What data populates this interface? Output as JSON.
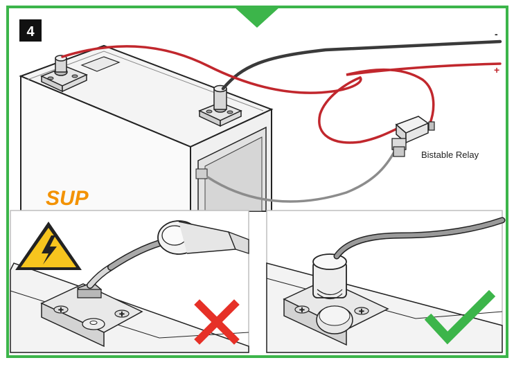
{
  "step": {
    "number": "4"
  },
  "cables": {
    "negative_symbol": "-",
    "positive_symbol": "+"
  },
  "relay": {
    "label": "Bistable Relay"
  },
  "battery": {
    "brand_fragment": "SUP"
  },
  "panels": {
    "wrong": {
      "warning_icon": "high-voltage-warning-icon",
      "verdict_icon": "red-x-icon"
    },
    "correct": {
      "verdict_icon": "green-check-icon"
    }
  },
  "colors": {
    "frame_green": "#3cb54a",
    "positive_cable": "#c1272d",
    "negative_cable": "#3a3a3a",
    "signal_cable": "#8c8c8c",
    "warning_yellow": "#f7c51e",
    "cross_red": "#e63027",
    "check_green": "#3cb54a",
    "brand_orange": "#f39200"
  }
}
